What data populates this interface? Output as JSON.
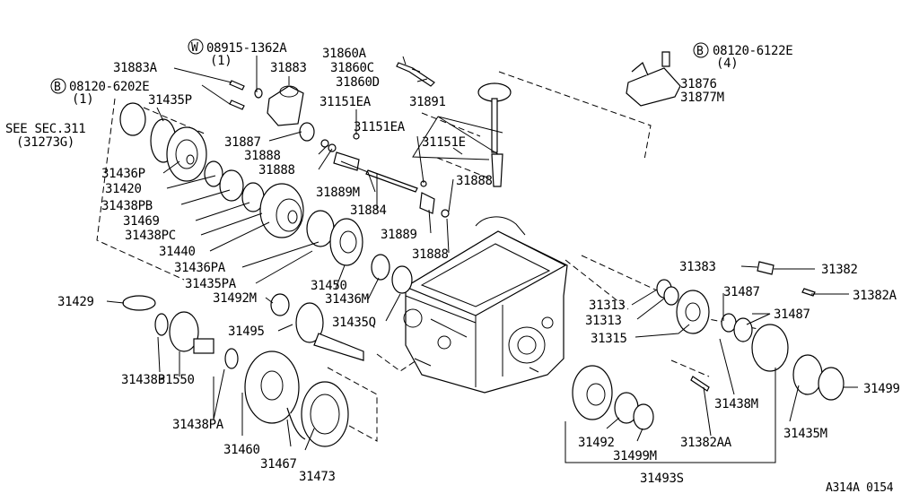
{
  "diagram": {
    "footer_code": "A314A 0154",
    "see_section": {
      "line1": "SEE SEC.311",
      "line2": "(31273G)"
    },
    "fasteners": [
      {
        "symbol": "W",
        "code": "08915-1362A",
        "qty": "(1)"
      },
      {
        "symbol": "B",
        "code": "08120-6202E",
        "qty": "(1)"
      },
      {
        "symbol": "B",
        "code": "08120-6122E",
        "qty": "(4)"
      }
    ],
    "labels": [
      "31883A",
      "31883",
      "31860A",
      "31860C",
      "31860D",
      "31151EA",
      "31151EA",
      "31891",
      "31151E",
      "31876",
      "31877M",
      "31435P",
      "31887",
      "31888",
      "31888",
      "31889M",
      "31884",
      "31888",
      "31889",
      "31888",
      "31436P",
      "31420",
      "31438PB",
      "31469",
      "31438PC",
      "31440",
      "31436PA",
      "31435PA",
      "31450",
      "31436M",
      "31435Q",
      "31492M",
      "31429",
      "31495",
      "31438P",
      "31550",
      "31438PA",
      "31460",
      "31467",
      "31473",
      "31383",
      "31382",
      "31382A",
      "31313",
      "31313",
      "31487",
      "31487",
      "31315",
      "31438M",
      "31499",
      "31435M",
      "31492",
      "31499M",
      "31382AA",
      "31493S"
    ]
  }
}
